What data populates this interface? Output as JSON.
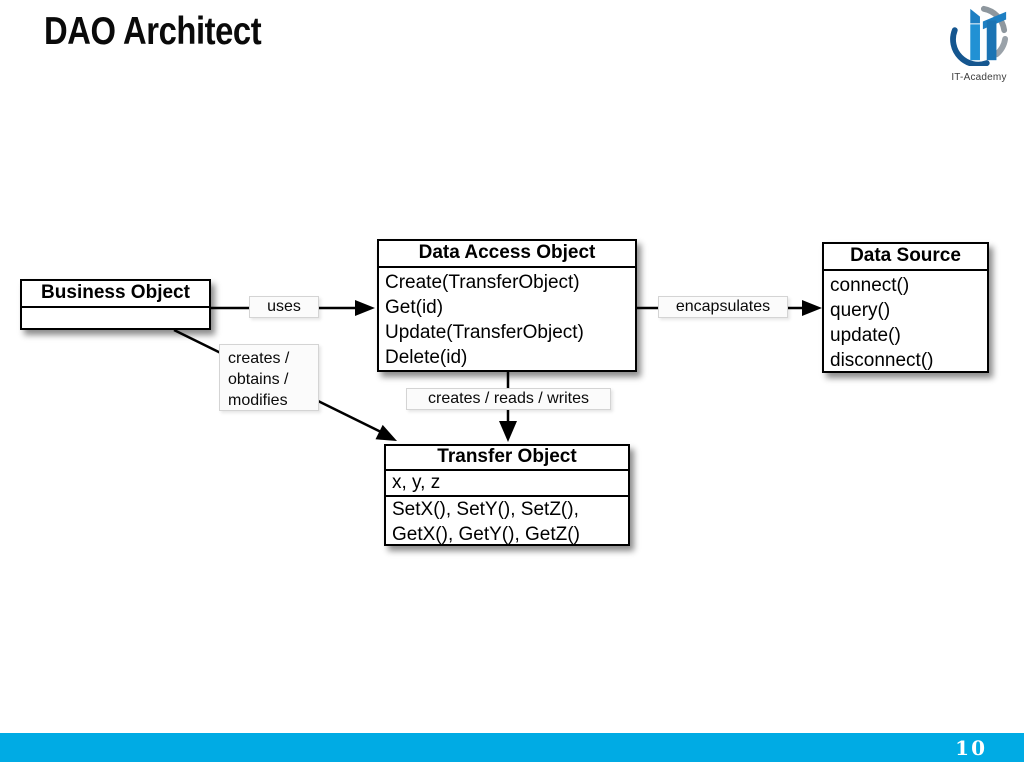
{
  "slide": {
    "title": "DAO Architect",
    "page_number": "10",
    "footer_color": "#00ABE4",
    "logo": {
      "caption": "IT-Academy",
      "blue": "#1E7FC2",
      "gray": "#8e979e",
      "navy": "#15568f"
    }
  },
  "diagram": {
    "boxes": {
      "business": {
        "title": "Business Object"
      },
      "dao": {
        "title": "Data Access Object",
        "methods": [
          "Create(TransferObject)",
          "Get(id)",
          "Update(TransferObject)",
          "Delete(id)"
        ]
      },
      "datasource": {
        "title": "Data Source",
        "methods": [
          "connect()",
          "query()",
          "update()",
          "disconnect()"
        ]
      },
      "transfer": {
        "title": "Transfer Object",
        "attributes": "x, y, z",
        "methods": [
          "SetX(), SetY(), SetZ(),",
          "GetX(), GetY(), GetZ()"
        ]
      }
    },
    "edges": {
      "uses": {
        "label": "uses"
      },
      "encapsulates": {
        "label": "encapsulates"
      },
      "creates_obtains_modifies": {
        "lines": [
          "creates /",
          "obtains /",
          "modifies"
        ]
      },
      "creates_reads_writes": {
        "label": "creates / reads / writes"
      }
    }
  }
}
